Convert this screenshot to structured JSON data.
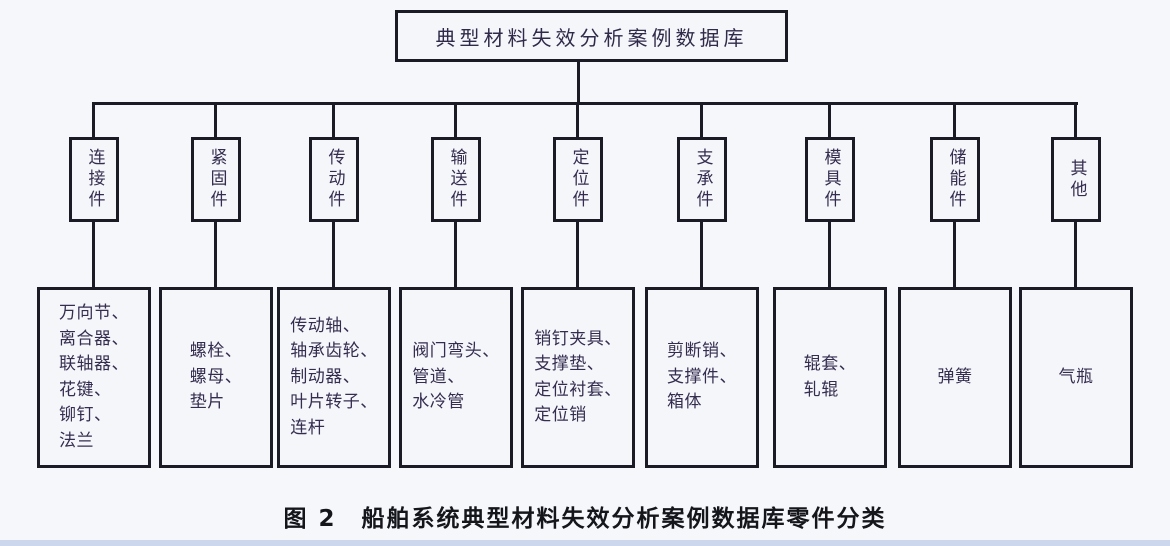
{
  "diagram": {
    "root_label": "典型材料失效分析案例数据库",
    "caption": "图 2　船舶系统典型材料失效分析案例数据库零件分类",
    "columns": [
      {
        "category": "连接件",
        "parts_lines": [
          "万向节、",
          "离合器、",
          "联轴器、",
          "花键、",
          "铆钉、",
          "法兰"
        ]
      },
      {
        "category": "紧固件",
        "parts_lines": [
          "螺栓、",
          "螺母、",
          "垫片"
        ]
      },
      {
        "category": "传动件",
        "parts_lines": [
          "传动轴、",
          "轴承齿轮、",
          "制动器、",
          "叶片转子、",
          "连杆"
        ]
      },
      {
        "category": "输送件",
        "parts_lines": [
          "阀门弯头、",
          "管道、",
          "水冷管"
        ]
      },
      {
        "category": "定位件",
        "parts_lines": [
          "销钉夹具、",
          "支撑垫、",
          "定位衬套、",
          "定位销"
        ]
      },
      {
        "category": "支承件",
        "parts_lines": [
          "剪断销、",
          "支撑件、",
          "箱体"
        ]
      },
      {
        "category": "模具件",
        "parts_lines": [
          "辊套、",
          "轧辊"
        ]
      },
      {
        "category": "储能件",
        "parts_lines": [
          "弹簧"
        ]
      },
      {
        "category": "其他",
        "parts_lines": [
          "气瓶"
        ]
      }
    ],
    "colors": {
      "background": "#f6f7fb",
      "border_and_lines": "#1b1b26",
      "diagram_text": "#352d50",
      "caption_text": "#15151c",
      "bottom_strip": "#ccd6ec"
    }
  }
}
